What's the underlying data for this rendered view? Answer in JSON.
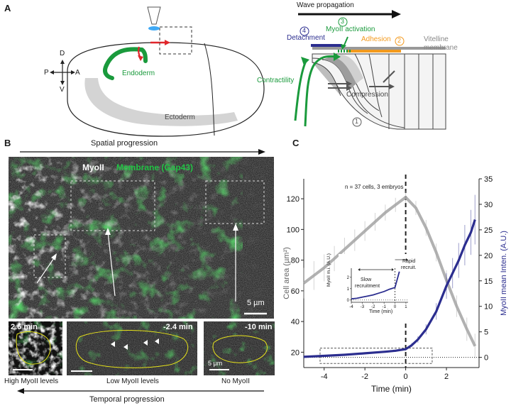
{
  "panelA": {
    "label": "A",
    "wave_propagation": "Wave propagation",
    "endoderm": "Endoderm",
    "ectoderm": "Ectoderm",
    "axes": {
      "d": "D",
      "v": "V",
      "p": "P",
      "a": "A"
    },
    "step3_num": "3",
    "step3_label": "MyoII activation",
    "step4_num": "4",
    "step4_label": "Detachment",
    "step2_label": "Adhesion",
    "step2_num": "2",
    "vitelline_line1": "Vitelline",
    "vitelline_line2": "membrane",
    "contractility": "Contractility",
    "compression": "Compression",
    "step1_num": "1",
    "colors": {
      "green": "#1a9a3c",
      "red": "#e0262b",
      "orange": "#f39a1e",
      "navy": "#2b2d8f",
      "blue": "#3fa9f5"
    }
  },
  "panelB": {
    "label": "B",
    "spatial": "Spatial progression",
    "myoii": "MyoII",
    "membrane": "Membrane (Gap43)",
    "scale_main": "5 µm",
    "t1": "2.6 min",
    "t2": "-2.4 min",
    "t3": "-10 min",
    "scale_inset": "5 µm",
    "cap1": "High MyoII levels",
    "cap2": "Low MyoII levels",
    "cap3": "No MyoII",
    "temporal": "Temporal progression"
  },
  "panelC": {
    "label": "C",
    "n_label": "n = 37 cells, 3 embryos",
    "inset_ylabel": "MyoII m.i. (A.U.)",
    "inset_xlabel": "Time (min)",
    "slow1": "Slow",
    "slow2": "recruitment",
    "rapid1": "Rapid",
    "rapid2": "recruit.",
    "inset_xticks": [
      "-4",
      "-3",
      "-2",
      "-1",
      "0",
      "1"
    ],
    "inset_yticks": [
      "0",
      "1",
      "2"
    ]
  },
  "chart_data": {
    "type": "line",
    "xlabel": "Time (min)",
    "ylabel_left": "Cell area (µm²)",
    "ylabel_right": "MyoII mean Inten. (A.U.)",
    "xlim": [
      -5,
      3.6
    ],
    "ylim_left": [
      10,
      133
    ],
    "ylim_right": [
      -2,
      35
    ],
    "xticks": [
      -4,
      -2,
      0,
      2
    ],
    "yticks_left": [
      20,
      40,
      60,
      80,
      100,
      120
    ],
    "yticks_right": [
      0,
      5,
      10,
      15,
      20,
      25,
      30,
      35
    ],
    "series": [
      {
        "axis": "left",
        "color": "#a3a3a3",
        "x": [
          -5,
          -4.5,
          -4,
          -3.5,
          -3,
          -2.5,
          -2,
          -1.5,
          -1,
          -0.5,
          0,
          0.5,
          1,
          1.5,
          2,
          2.5,
          3,
          3.4
        ],
        "y": [
          65,
          70,
          75,
          81,
          87,
          93,
          99,
          105,
          111,
          116,
          121,
          114,
          101,
          85,
          67,
          50,
          35,
          24
        ]
      },
      {
        "axis": "right",
        "color": "#2b2d8f",
        "x": [
          -5,
          -4,
          -3,
          -2,
          -1,
          -0.5,
          0,
          0.3,
          0.6,
          1,
          1.5,
          2,
          2.3,
          2.6,
          2.9,
          3.2,
          3.4
        ],
        "y": [
          0.1,
          0.3,
          0.5,
          0.8,
          1.1,
          1.3,
          1.6,
          2.4,
          3.5,
          5.5,
          9,
          14,
          16.5,
          19,
          22,
          24.5,
          27
        ]
      }
    ],
    "inset": {
      "xlim": [
        -4,
        1.2
      ],
      "ylim": [
        -0.2,
        2.8
      ],
      "x": [
        -4,
        -3.5,
        -3,
        -2.5,
        -2,
        -1.5,
        -1,
        -0.5,
        0,
        0.2,
        0.4
      ],
      "y": [
        0.1,
        0.15,
        0.25,
        0.35,
        0.45,
        0.6,
        0.75,
        0.95,
        1.1,
        1.8,
        2.5
      ]
    }
  }
}
